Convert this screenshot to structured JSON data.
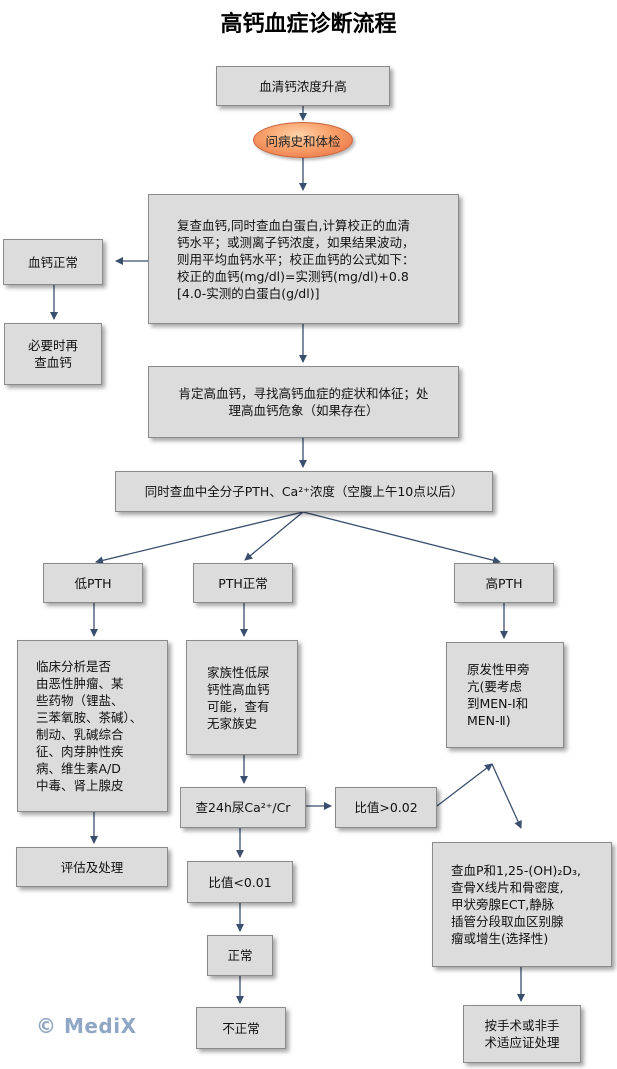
{
  "title": "高钙血症诊断流程",
  "logo": "© MediX",
  "nodes": {
    "start": "血清钙浓度升高",
    "history": "问病史和体检",
    "recheck": "复查血钙,同时查血白蛋白,计算校正的血清\n钙水平；或测离子钙浓度，如果结果波动，\n则用平均血钙水平；校正血钙的公式如下：\n校正的血钙(mg/dl)=实测钙(mg/dl)+0.8\n[4.0-实测的白蛋白(g/dl)]",
    "normal_ca": "血钙正常",
    "recheck_later": "必要时再\n查血钙",
    "confirm": "肯定高血钙，寻找高钙血症的症状和体征；处\n理高血钙危象（如果存在）",
    "pth_test": "同时查血中全分子PTH、Ca²⁺浓度（空腹上午10点以后）",
    "low_pth": "低PTH",
    "normal_pth": "PTH正常",
    "high_pth": "高PTH",
    "low_pth_analysis": "临床分析是否\n由恶性肿瘤、某\n些药物（锂盐、\n三苯氧胺、茶碱）、\n制动、乳碱综合\n征、肉芽肿性疾\n病、维生素A/D\n中毒、肾上腺皮",
    "evaluate": "评估及处理",
    "familial": "家族性低尿\n钙性高血钙\n可能，查有\n无家族史",
    "urine_ca": "查24h尿Ca²⁺/Cr",
    "ratio_high": "比值>0.02",
    "ratio_low": "比值<0.01",
    "normal": "正常",
    "abnormal": "不正常",
    "primary": "原发性甲旁\n亢(要考虑\n到MEN-Ⅰ和\nMEN-Ⅱ)",
    "further": "查血P和1,25-(OH)₂D₃,\n查骨X线片和骨密度,\n甲状旁腺ECT,静脉\n插管分段取血区别腺\n瘤或增生(选择性)",
    "surgery": "按手术或非手\n术适应证处理"
  }
}
